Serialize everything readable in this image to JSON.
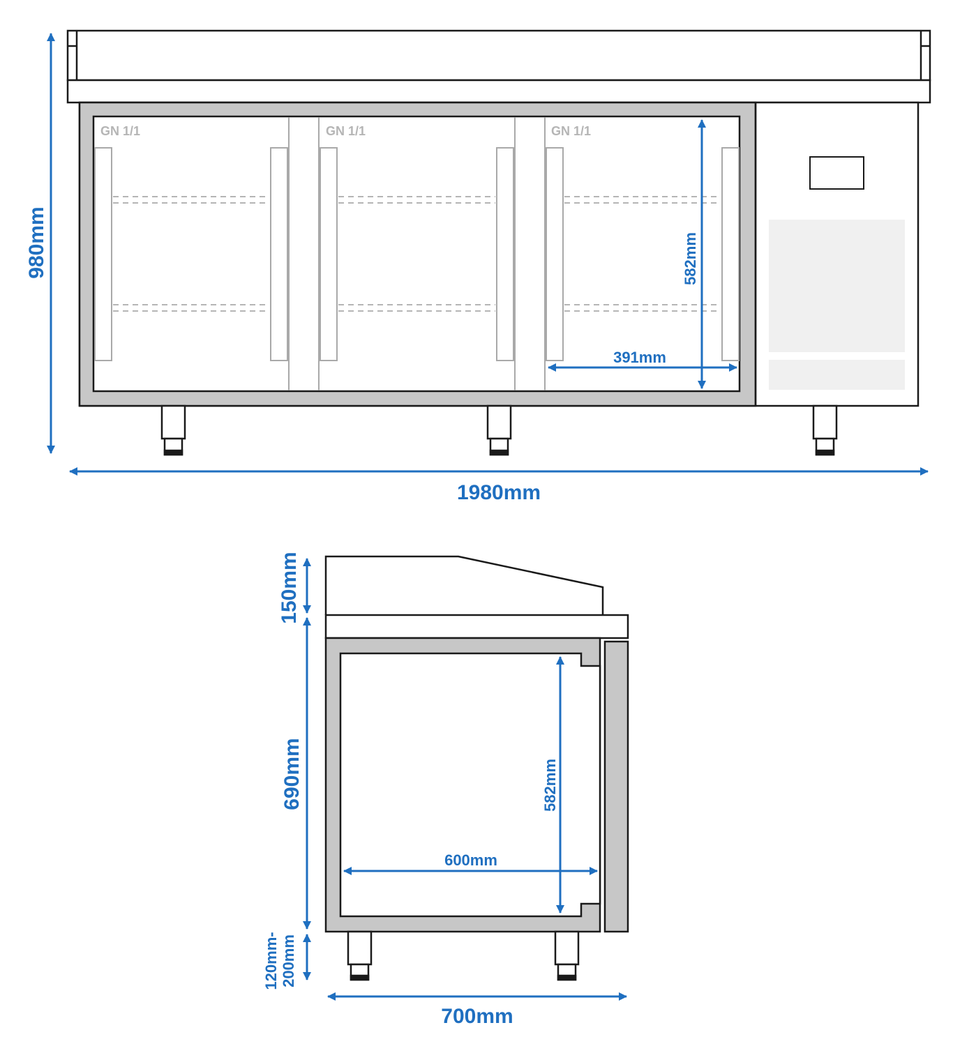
{
  "colors": {
    "line": "#1a1a1a",
    "frame": "#c7c7c7",
    "dimension": "#1f6fc0",
    "gn_text": "#b5b5b5",
    "panel": "#f0f0f0",
    "shelf": "#a9a9a9"
  },
  "front_view": {
    "compartment_labels": [
      "GN 1/1",
      "GN 1/1",
      "GN 1/1"
    ],
    "dim_height_total": "980mm",
    "dim_width_total": "1980mm",
    "dim_inner_height": "582mm",
    "dim_inner_width": "391mm"
  },
  "side_view": {
    "dim_top_height": "150mm",
    "dim_body_height": "690mm",
    "dim_leg_height_line1": "120mm-",
    "dim_leg_height_line2": "200mm",
    "dim_depth_total": "700mm",
    "dim_inner_depth": "600mm",
    "dim_inner_height": "582mm"
  }
}
